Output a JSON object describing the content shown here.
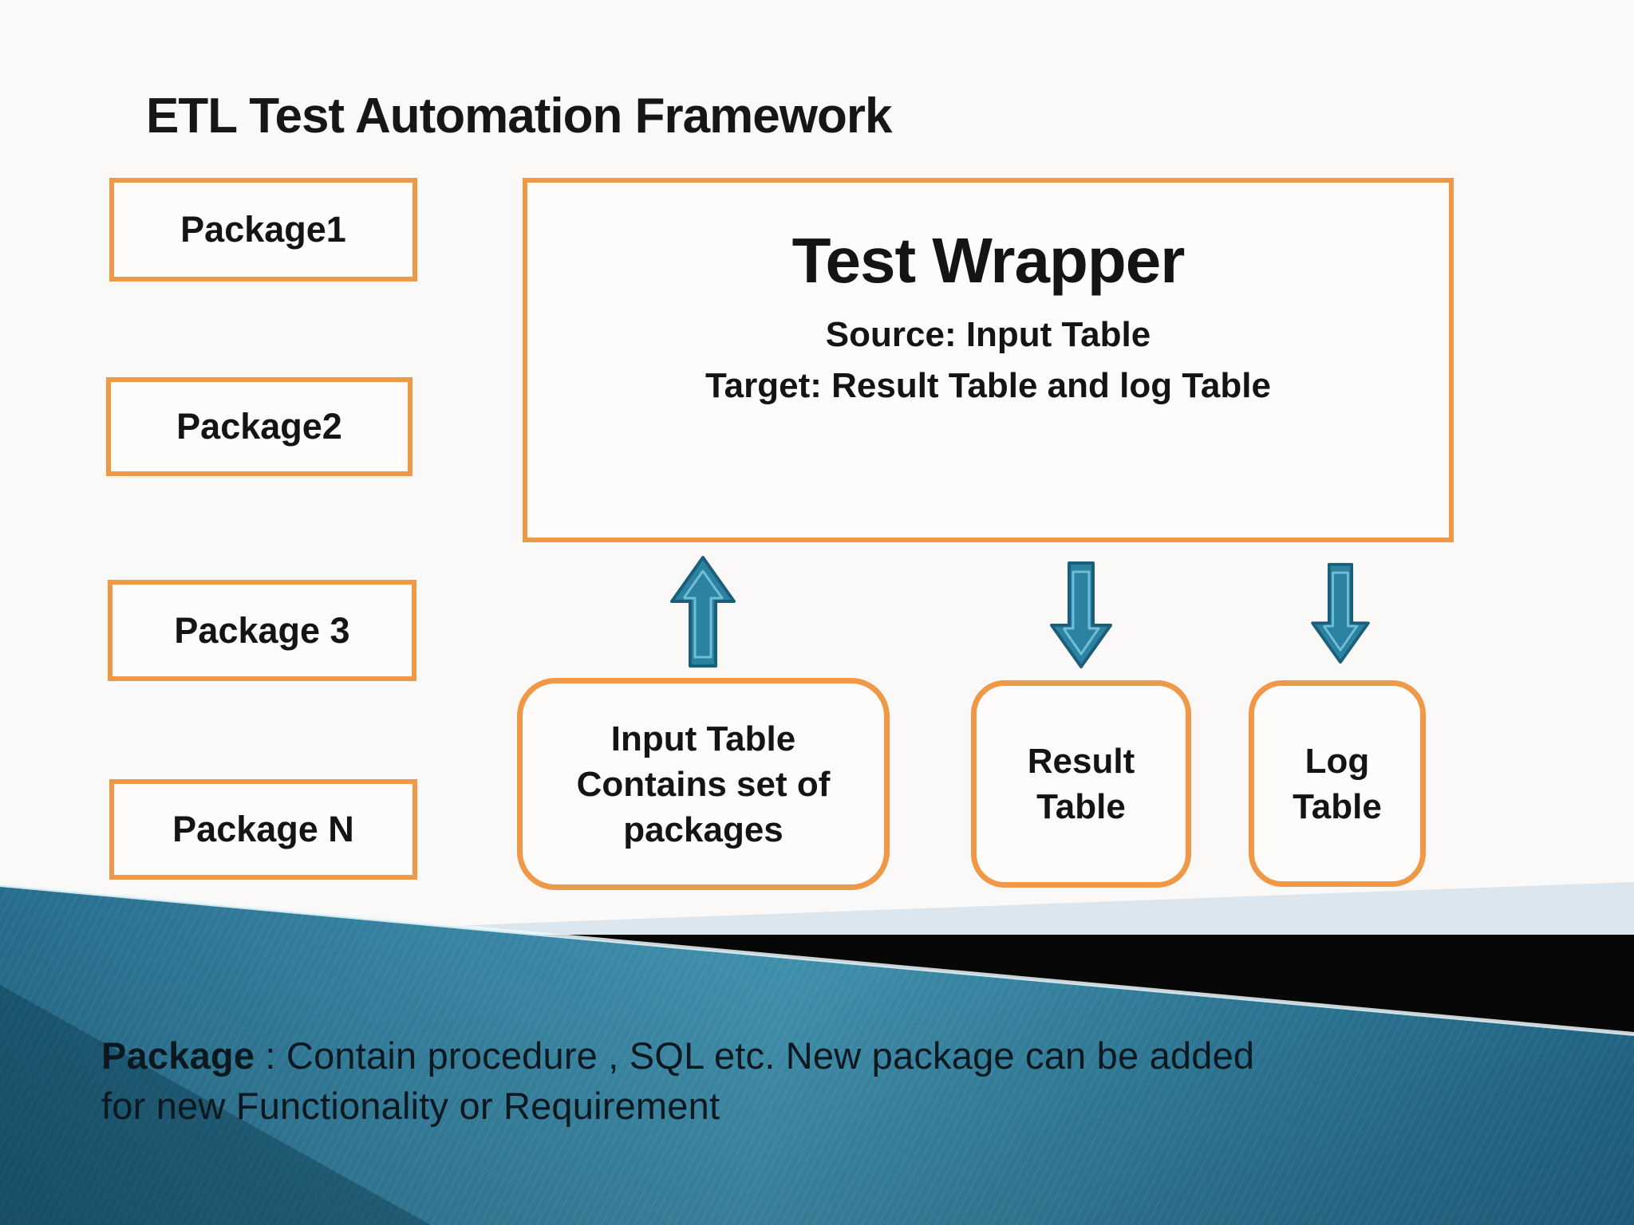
{
  "slide": {
    "title": "ETL Test Automation Framework",
    "packages": [
      {
        "label": "Package1"
      },
      {
        "label": "Package2"
      },
      {
        "label": "Package 3"
      },
      {
        "label": "Package N"
      }
    ],
    "test_wrapper": {
      "title": "Test Wrapper",
      "source_line": "Source: Input Table",
      "target_line": "Target: Result Table and  log Table"
    },
    "tables": {
      "input": {
        "line1": "Input Table",
        "line2": "Contains set of",
        "line3": "packages"
      },
      "result": {
        "line1": "Result",
        "line2": "Table"
      },
      "log": {
        "line1": "Log",
        "line2": "Table"
      }
    },
    "arrows": [
      {
        "name": "input-to-wrapper",
        "direction": "up"
      },
      {
        "name": "wrapper-to-result",
        "direction": "down"
      },
      {
        "name": "wrapper-to-log",
        "direction": "down"
      }
    ],
    "footer": {
      "term": "Package",
      "line1_rest": " : Contain  procedure , SQL etc. New package can be added",
      "line2": "for new Functionality or Requirement"
    },
    "colors": {
      "accent_orange": "#EE9848",
      "arrow_teal": "#2C82A1",
      "band_teal": "#3C93B6",
      "black_stripe": "#070707",
      "light_wedge": "#DBE6EF",
      "text": "#141414"
    }
  }
}
